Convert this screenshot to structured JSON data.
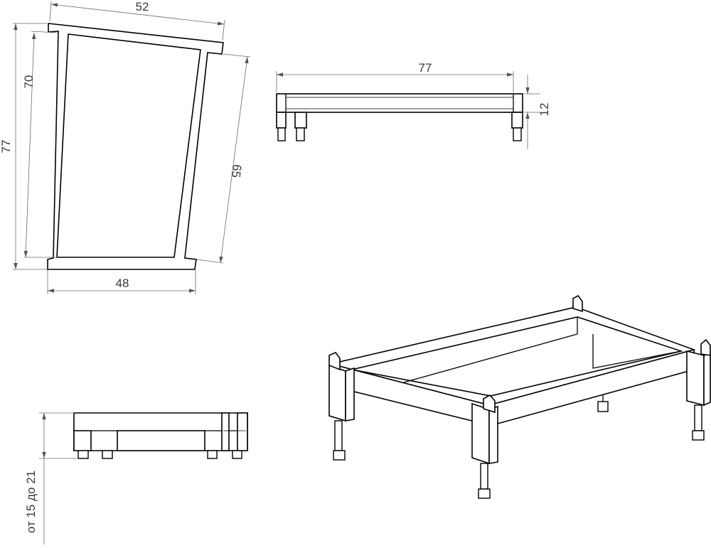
{
  "dimensions": {
    "top_width": "52",
    "inner_height": "70",
    "outer_height": "77",
    "slanted_side": "65",
    "bottom_width": "48",
    "side_length": "77",
    "frame_height": "12",
    "adjust_range": "от 15 до 21"
  },
  "colors": {
    "line": "#000000",
    "dimension": "#6a6a6a",
    "background": "#ffffff"
  }
}
